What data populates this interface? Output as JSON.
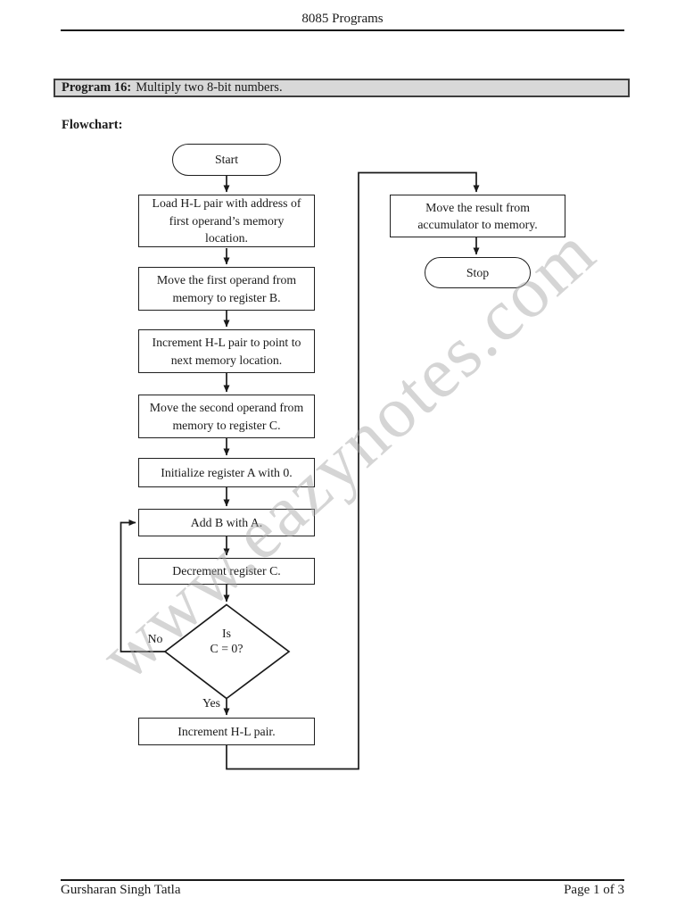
{
  "page": {
    "header_title": "8085 Programs",
    "watermark": "www.eazynotes.com",
    "footer_author": "Gursharan Singh Tatla",
    "footer_page": "Page 1 of 3"
  },
  "program": {
    "label": "Program 16:",
    "title": "Multiply two 8-bit numbers."
  },
  "flowchart": {
    "section_label": "Flowchart:",
    "nodes": {
      "start": "Start",
      "load_hl": "Load H-L pair with address of first operand’s memory location.",
      "move_first_operand": "Move the first operand from memory to register B.",
      "increment_hl": "Increment H-L pair to point to next memory location.",
      "move_second_operand": "Move the second operand from memory to register C.",
      "initialize_a": "Initialize register A with 0.",
      "add_b_with_a": "Add B with A.",
      "decrement_c": "Decrement register C.",
      "decision_line1": "Is",
      "decision_line2": "C = 0?",
      "increment_hl_final": "Increment H-L pair.",
      "move_result": "Move the result from accumulator to memory.",
      "stop": "Stop"
    },
    "branch_labels": {
      "no": "No",
      "yes": "Yes"
    }
  }
}
